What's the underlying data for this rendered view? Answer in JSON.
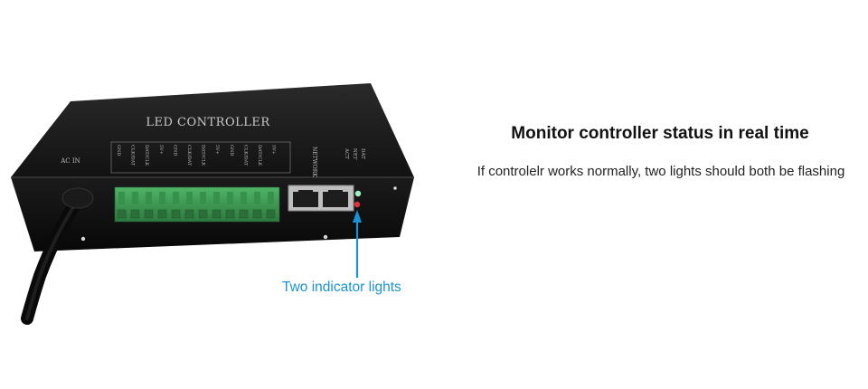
{
  "device": {
    "panel_title": "LED CONTROLLER",
    "ac_in_label": "AC IN",
    "terminal_labels": [
      "GND",
      "CLK/DAT",
      "DAT/CLK",
      "5V+",
      "GND",
      "CLK/DAT",
      "DAT/CLK",
      "5V+",
      "GND",
      "CLK/DAT",
      "DAT/CLK",
      "5V+"
    ],
    "port_label": "NETWORK",
    "led_labels": [
      "ACT",
      "NET",
      "DAT"
    ]
  },
  "callout": {
    "label": "Two indicator lights",
    "color": "#1a93d6"
  },
  "info": {
    "headline": "Monitor controller status in real time",
    "subline": "If controlelr works normally, two lights should both be flashing"
  },
  "colors": {
    "device_body": "#141414",
    "terminal_green": "#3f9c55",
    "led_green": "#9ff0c8",
    "led_red": "#e0303a"
  }
}
